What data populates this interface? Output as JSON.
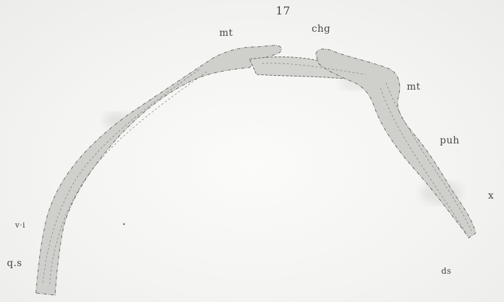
{
  "figure": {
    "number": "17",
    "labels": {
      "mt_left": "mt",
      "chg": "chg",
      "mt_right": "mt",
      "puh": "puh",
      "x": "x",
      "ds": "ds",
      "vi": "v·i",
      "qs": "q.s"
    }
  },
  "colors": {
    "background": "#f4f4f2",
    "tissue_fill": "#cfcfcc",
    "tissue_stroke": "#6a6a66",
    "label_text": "#444444"
  }
}
